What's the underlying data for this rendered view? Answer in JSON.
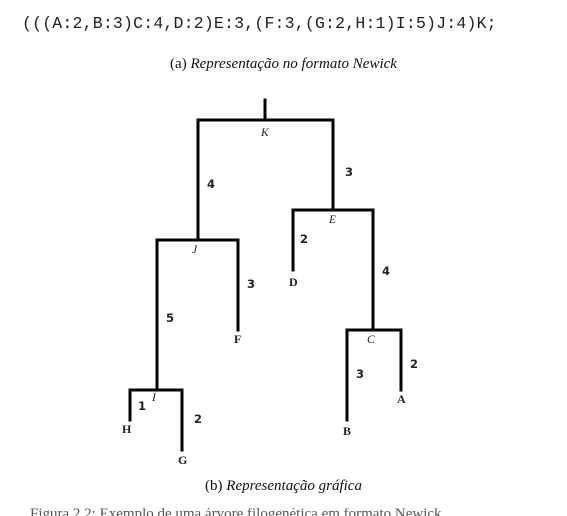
{
  "newick": "(((A:2,B:3)C:4,D:2)E:3,(F:3,(G:2,H:1)I:5)J:4)K;",
  "caption_a": {
    "prefix": "(a) ",
    "text": "Representação no formato Newick"
  },
  "caption_b": {
    "prefix": "(b) ",
    "text": "Representação gráfica"
  },
  "tree": {
    "stroke_color": "#000000",
    "inner_nodes": [
      "K",
      "J",
      "E",
      "I",
      "C"
    ],
    "leaves": [
      "H",
      "G",
      "F",
      "D",
      "B",
      "A"
    ],
    "edge_lengths": {
      "K-J": "4",
      "K-E": "3",
      "J-I": "5",
      "J-F": "3",
      "E-D": "2",
      "E-C": "4",
      "I-H": "1",
      "I-G": "2",
      "C-B": "3",
      "C-A": "2"
    }
  },
  "figure_caption_partial": "Figura 2.2: Exemplo de uma árvore filogenética em formato Newick"
}
